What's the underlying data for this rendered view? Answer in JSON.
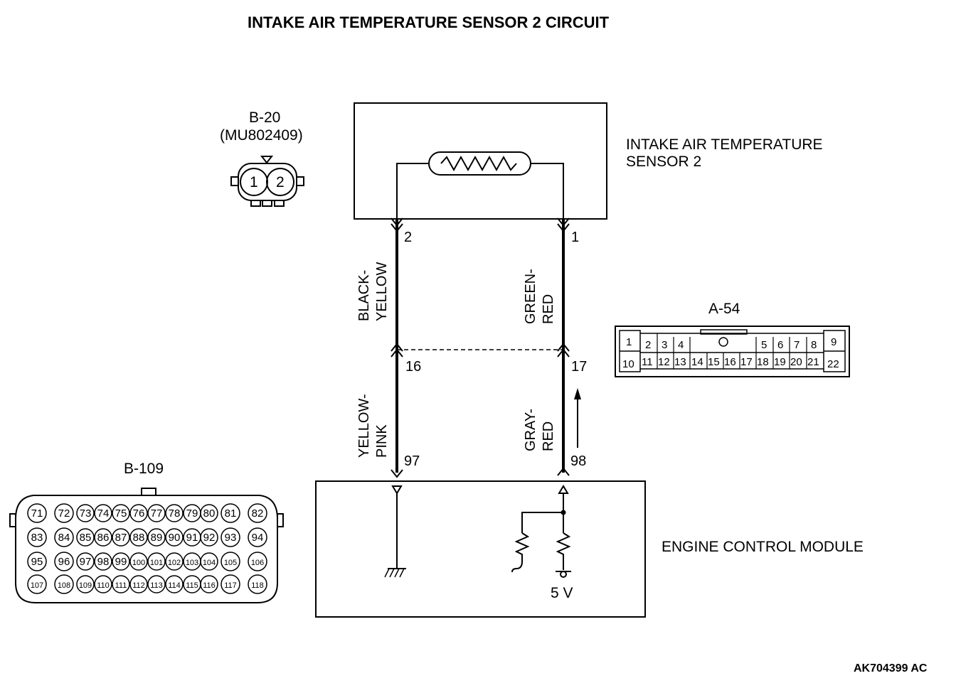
{
  "title": "INTAKE AIR TEMPERATURE SENSOR 2 CIRCUIT",
  "sensor": {
    "name_line1": "INTAKE AIR TEMPERATURE",
    "name_line2": "SENSOR 2",
    "connector_id": "B-20",
    "connector_part": "(MU802409)",
    "cavities": [
      "1",
      "2"
    ],
    "pin_left": "2",
    "pin_right": "1"
  },
  "wires": {
    "left_upper_l1": "BLACK-",
    "left_upper_l2": "YELLOW",
    "right_upper_l1": "GREEN-",
    "right_upper_l2": "RED",
    "left_lower_l1": "YELLOW-",
    "left_lower_l2": "PINK",
    "right_lower_l1": "GRAY-",
    "right_lower_l2": "RED"
  },
  "junction": {
    "connector_id": "A-54",
    "pin_left": "16",
    "pin_right": "17",
    "top_row": [
      "1",
      "2",
      "3",
      "4",
      "5",
      "6",
      "7",
      "8",
      "9"
    ],
    "bottom_row": [
      "10",
      "11",
      "12",
      "13",
      "14",
      "15",
      "16",
      "17",
      "18",
      "19",
      "20",
      "21",
      "22"
    ]
  },
  "ecm": {
    "name": "ENGINE CONTROL MODULE",
    "pin_left": "97",
    "pin_right": "98",
    "voltage": "5 V",
    "connector_id": "B-109",
    "rows": [
      [
        "71",
        "72",
        "73",
        "74",
        "75",
        "76",
        "77",
        "78",
        "79",
        "80",
        "81",
        "82"
      ],
      [
        "83",
        "84",
        "85",
        "86",
        "87",
        "88",
        "89",
        "90",
        "91",
        "92",
        "93",
        "94"
      ],
      [
        "95",
        "96",
        "97",
        "98",
        "99",
        "100",
        "101",
        "102",
        "103",
        "104",
        "105",
        "106"
      ],
      [
        "107",
        "108",
        "109",
        "110",
        "111",
        "112",
        "113",
        "114",
        "115",
        "116",
        "117",
        "118"
      ]
    ]
  },
  "figure_code": "AK704399 AC"
}
